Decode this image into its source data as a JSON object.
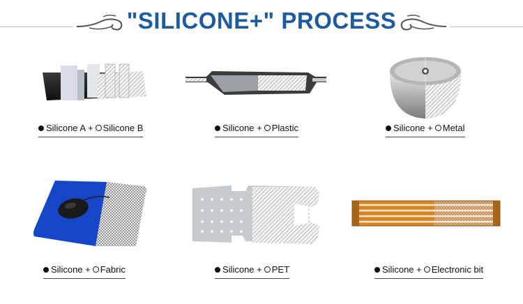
{
  "title": "\"SILICONE+\" PROCESS",
  "items": [
    {
      "left": "Silicone A +",
      "right": "Silicone B"
    },
    {
      "left": "Silicone +",
      "right": "Plastic"
    },
    {
      "left": "Silicone +",
      "right": "Metal"
    },
    {
      "left": "Silicone +",
      "right": "Fabric"
    },
    {
      "left": "Silicone +",
      "right": "PET"
    },
    {
      "left": "Silicone +",
      "right": "Electronic bit"
    }
  ],
  "colors": {
    "title": "#1e5b9e",
    "mousepad_blue": "#1546c8",
    "flex_pcb": "#d9841f"
  }
}
